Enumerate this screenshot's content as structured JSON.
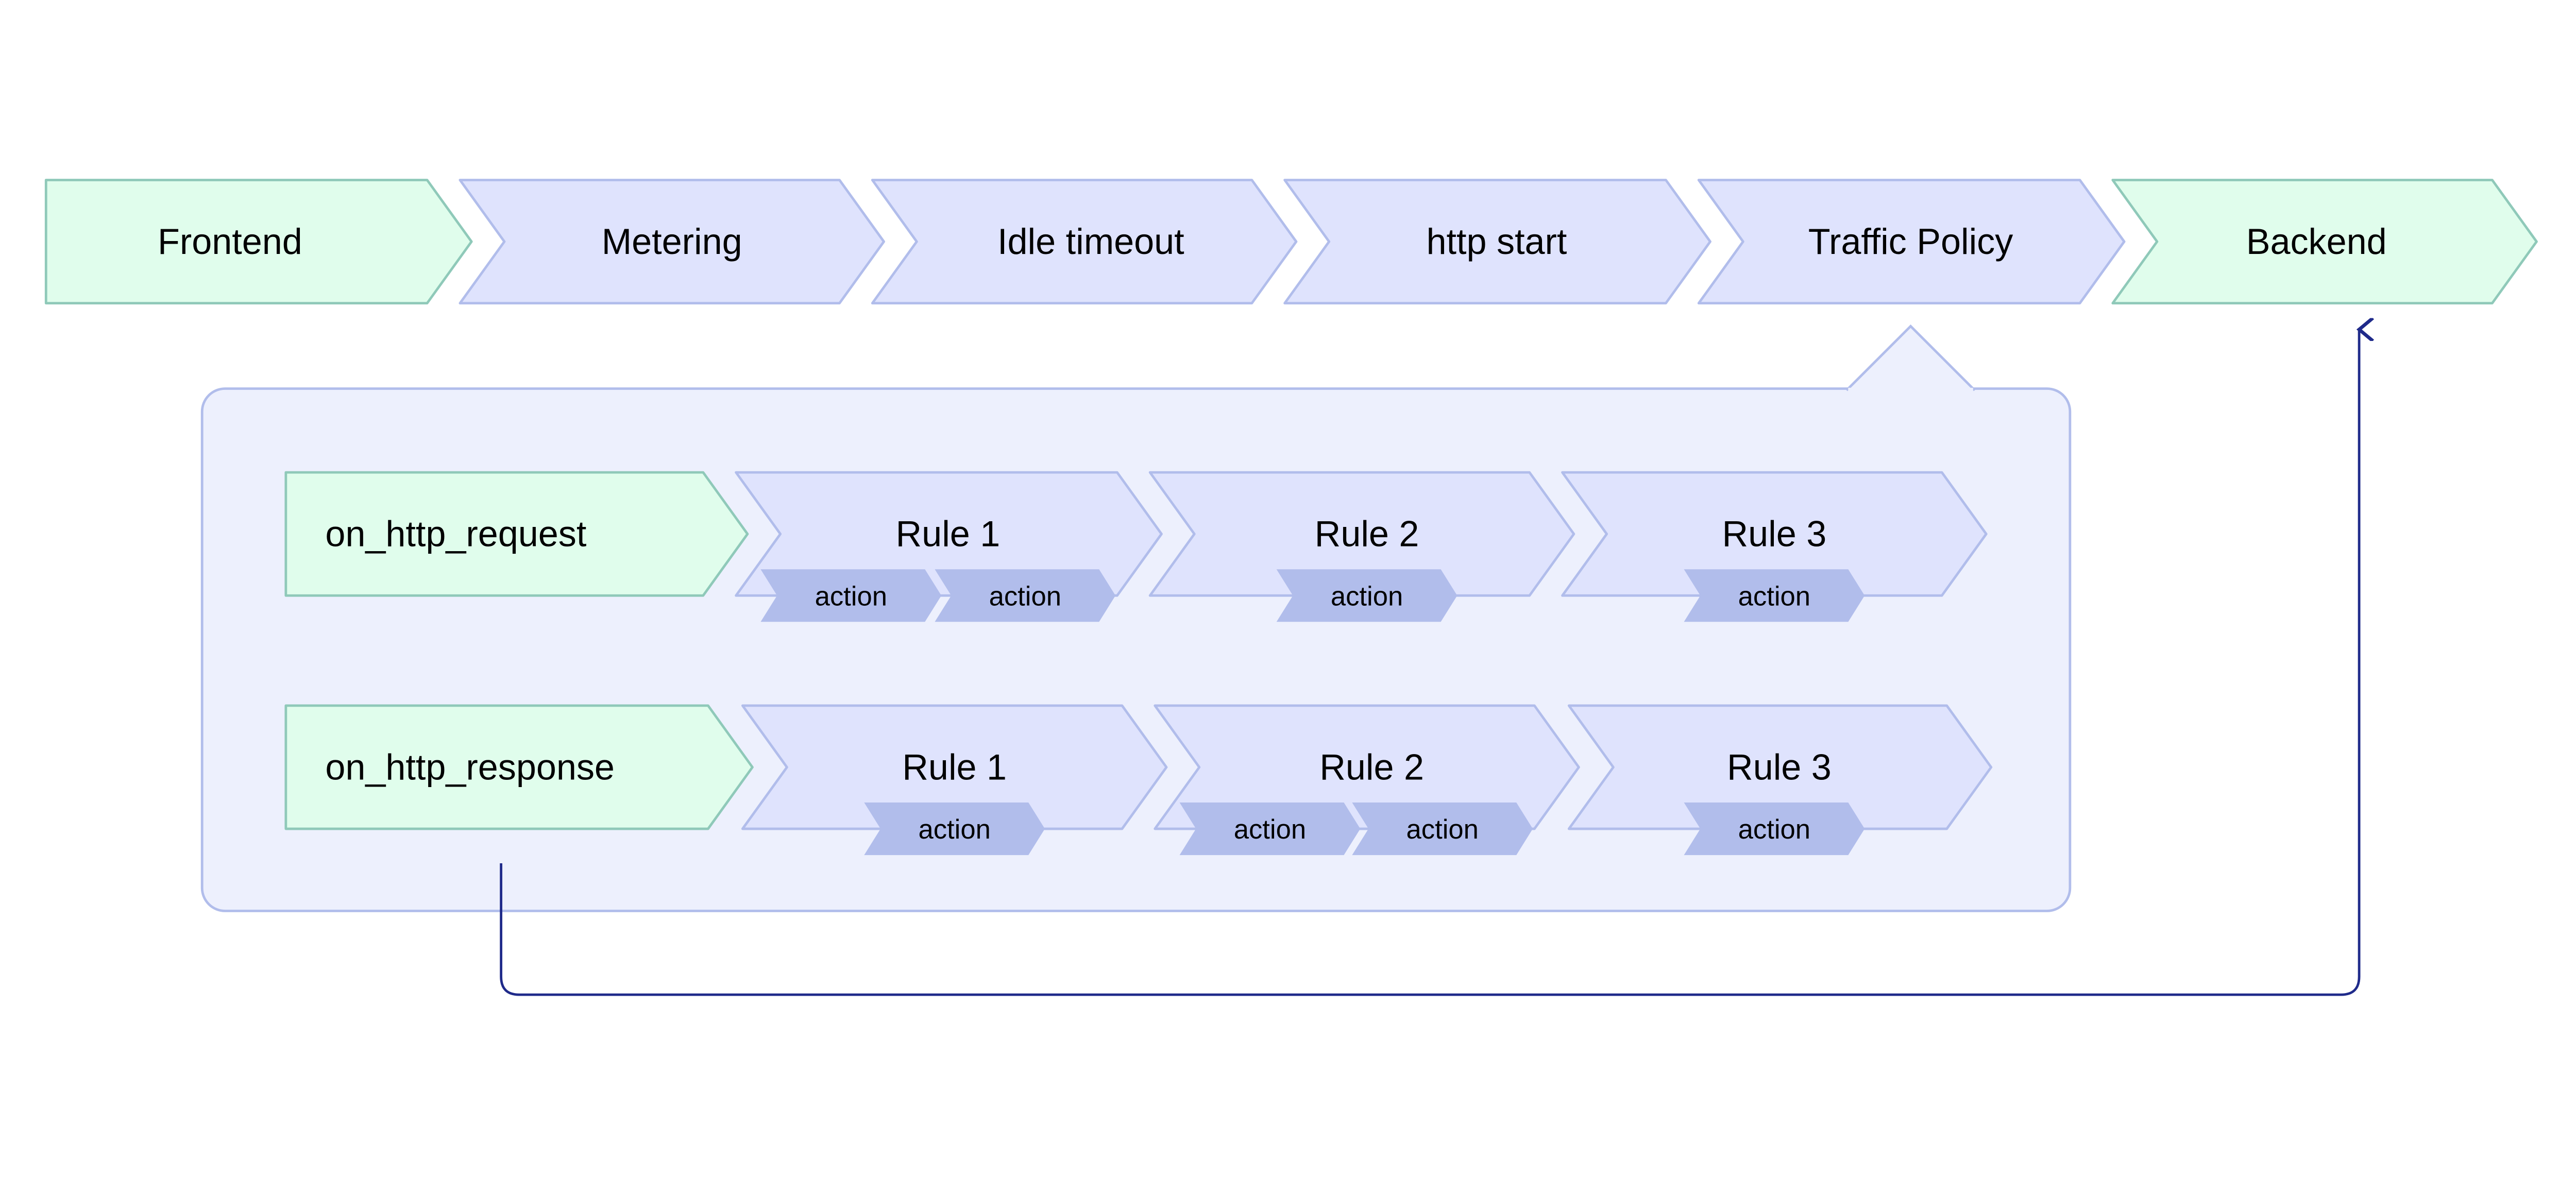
{
  "colors": {
    "green_fill": "#e0fdec",
    "green_stroke": "#8fc9b9",
    "blue_fill": "#dfe3fd",
    "blue_stroke": "#b1bdeb",
    "panel_fill": "#edf0fd",
    "action_fill": "#b1bdeb",
    "arrow": "#1f2a8a"
  },
  "pipeline": [
    "Frontend",
    "Metering",
    "Idle timeout",
    "http start",
    "Traffic Policy",
    "Backend"
  ],
  "request_row": {
    "phase": "on_http_request",
    "rules": [
      {
        "label": "Rule 1",
        "actions": [
          "action",
          "action"
        ]
      },
      {
        "label": "Rule 2",
        "actions": [
          "action"
        ]
      },
      {
        "label": "Rule 3",
        "actions": [
          "action"
        ]
      }
    ]
  },
  "response_row": {
    "phase": "on_http_response",
    "rules": [
      {
        "label": "Rule 1",
        "actions": [
          "action"
        ]
      },
      {
        "label": "Rule 2",
        "actions": [
          "action",
          "action"
        ]
      },
      {
        "label": "Rule 3",
        "actions": [
          "action"
        ]
      }
    ]
  }
}
